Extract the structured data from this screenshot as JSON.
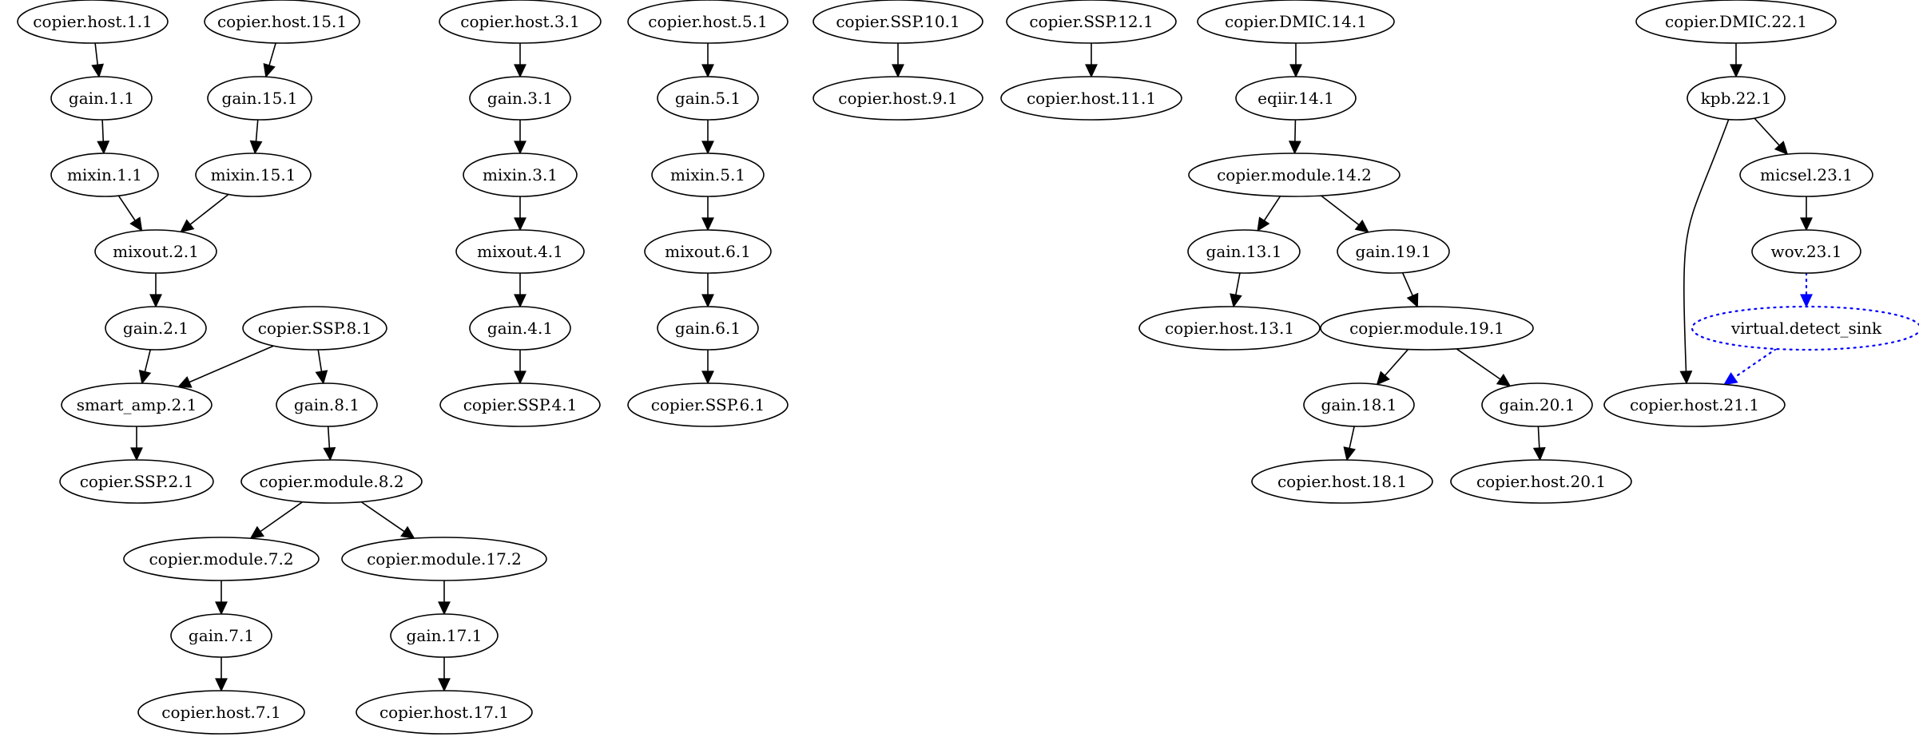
{
  "graph": {
    "nodes": [
      {
        "id": "copier.host.1.1",
        "label": "copier.host.1.1"
      },
      {
        "id": "gain.1.1",
        "label": "gain.1.1"
      },
      {
        "id": "mixin.1.1",
        "label": "mixin.1.1"
      },
      {
        "id": "copier.host.15.1",
        "label": "copier.host.15.1"
      },
      {
        "id": "gain.15.1",
        "label": "gain.15.1"
      },
      {
        "id": "mixin.15.1",
        "label": "mixin.15.1"
      },
      {
        "id": "mixout.2.1",
        "label": "mixout.2.1"
      },
      {
        "id": "gain.2.1",
        "label": "gain.2.1"
      },
      {
        "id": "copier.SSP.8.1",
        "label": "copier.SSP.8.1"
      },
      {
        "id": "smart_amp.2.1",
        "label": "smart_amp.2.1"
      },
      {
        "id": "gain.8.1",
        "label": "gain.8.1"
      },
      {
        "id": "copier.SSP.2.1",
        "label": "copier.SSP.2.1"
      },
      {
        "id": "copier.module.8.2",
        "label": "copier.module.8.2"
      },
      {
        "id": "copier.module.7.2",
        "label": "copier.module.7.2"
      },
      {
        "id": "copier.module.17.2",
        "label": "copier.module.17.2"
      },
      {
        "id": "gain.7.1",
        "label": "gain.7.1"
      },
      {
        "id": "gain.17.1",
        "label": "gain.17.1"
      },
      {
        "id": "copier.host.7.1",
        "label": "copier.host.7.1"
      },
      {
        "id": "copier.host.17.1",
        "label": "copier.host.17.1"
      },
      {
        "id": "copier.host.3.1",
        "label": "copier.host.3.1"
      },
      {
        "id": "gain.3.1",
        "label": "gain.3.1"
      },
      {
        "id": "mixin.3.1",
        "label": "mixin.3.1"
      },
      {
        "id": "mixout.4.1",
        "label": "mixout.4.1"
      },
      {
        "id": "gain.4.1",
        "label": "gain.4.1"
      },
      {
        "id": "copier.SSP.4.1",
        "label": "copier.SSP.4.1"
      },
      {
        "id": "copier.host.5.1",
        "label": "copier.host.5.1"
      },
      {
        "id": "gain.5.1",
        "label": "gain.5.1"
      },
      {
        "id": "mixin.5.1",
        "label": "mixin.5.1"
      },
      {
        "id": "mixout.6.1",
        "label": "mixout.6.1"
      },
      {
        "id": "gain.6.1",
        "label": "gain.6.1"
      },
      {
        "id": "copier.SSP.6.1",
        "label": "copier.SSP.6.1"
      },
      {
        "id": "copier.SSP.10.1",
        "label": "copier.SSP.10.1"
      },
      {
        "id": "copier.host.9.1",
        "label": "copier.host.9.1"
      },
      {
        "id": "copier.SSP.12.1",
        "label": "copier.SSP.12.1"
      },
      {
        "id": "copier.host.11.1",
        "label": "copier.host.11.1"
      },
      {
        "id": "copier.DMIC.14.1",
        "label": "copier.DMIC.14.1"
      },
      {
        "id": "eqiir.14.1",
        "label": "eqiir.14.1"
      },
      {
        "id": "copier.module.14.2",
        "label": "copier.module.14.2"
      },
      {
        "id": "gain.13.1",
        "label": "gain.13.1"
      },
      {
        "id": "gain.19.1",
        "label": "gain.19.1"
      },
      {
        "id": "copier.host.13.1",
        "label": "copier.host.13.1"
      },
      {
        "id": "copier.module.19.1",
        "label": "copier.module.19.1"
      },
      {
        "id": "gain.18.1",
        "label": "gain.18.1"
      },
      {
        "id": "gain.20.1",
        "label": "gain.20.1"
      },
      {
        "id": "copier.host.18.1",
        "label": "copier.host.18.1"
      },
      {
        "id": "copier.host.20.1",
        "label": "copier.host.20.1"
      },
      {
        "id": "copier.DMIC.22.1",
        "label": "copier.DMIC.22.1"
      },
      {
        "id": "kpb.22.1",
        "label": "kpb.22.1"
      },
      {
        "id": "micsel.23.1",
        "label": "micsel.23.1"
      },
      {
        "id": "wov.23.1",
        "label": "wov.23.1"
      },
      {
        "id": "virtual.detect_sink",
        "label": "virtual.detect_sink",
        "style": "dotted",
        "color": "#0000ff"
      },
      {
        "id": "copier.host.21.1",
        "label": "copier.host.21.1"
      }
    ],
    "edges": [
      {
        "from": "copier.host.1.1",
        "to": "gain.1.1"
      },
      {
        "from": "gain.1.1",
        "to": "mixin.1.1"
      },
      {
        "from": "mixin.1.1",
        "to": "mixout.2.1"
      },
      {
        "from": "copier.host.15.1",
        "to": "gain.15.1"
      },
      {
        "from": "gain.15.1",
        "to": "mixin.15.1"
      },
      {
        "from": "mixin.15.1",
        "to": "mixout.2.1"
      },
      {
        "from": "mixout.2.1",
        "to": "gain.2.1"
      },
      {
        "from": "gain.2.1",
        "to": "smart_amp.2.1"
      },
      {
        "from": "copier.SSP.8.1",
        "to": "smart_amp.2.1"
      },
      {
        "from": "copier.SSP.8.1",
        "to": "gain.8.1"
      },
      {
        "from": "smart_amp.2.1",
        "to": "copier.SSP.2.1"
      },
      {
        "from": "gain.8.1",
        "to": "copier.module.8.2"
      },
      {
        "from": "copier.module.8.2",
        "to": "copier.module.7.2"
      },
      {
        "from": "copier.module.8.2",
        "to": "copier.module.17.2"
      },
      {
        "from": "copier.module.7.2",
        "to": "gain.7.1"
      },
      {
        "from": "copier.module.17.2",
        "to": "gain.17.1"
      },
      {
        "from": "gain.7.1",
        "to": "copier.host.7.1"
      },
      {
        "from": "gain.17.1",
        "to": "copier.host.17.1"
      },
      {
        "from": "copier.host.3.1",
        "to": "gain.3.1"
      },
      {
        "from": "gain.3.1",
        "to": "mixin.3.1"
      },
      {
        "from": "mixin.3.1",
        "to": "mixout.4.1"
      },
      {
        "from": "mixout.4.1",
        "to": "gain.4.1"
      },
      {
        "from": "gain.4.1",
        "to": "copier.SSP.4.1"
      },
      {
        "from": "copier.host.5.1",
        "to": "gain.5.1"
      },
      {
        "from": "gain.5.1",
        "to": "mixin.5.1"
      },
      {
        "from": "mixin.5.1",
        "to": "mixout.6.1"
      },
      {
        "from": "mixout.6.1",
        "to": "gain.6.1"
      },
      {
        "from": "gain.6.1",
        "to": "copier.SSP.6.1"
      },
      {
        "from": "copier.SSP.10.1",
        "to": "copier.host.9.1"
      },
      {
        "from": "copier.SSP.12.1",
        "to": "copier.host.11.1"
      },
      {
        "from": "copier.DMIC.14.1",
        "to": "eqiir.14.1"
      },
      {
        "from": "eqiir.14.1",
        "to": "copier.module.14.2"
      },
      {
        "from": "copier.module.14.2",
        "to": "gain.13.1"
      },
      {
        "from": "copier.module.14.2",
        "to": "gain.19.1"
      },
      {
        "from": "gain.13.1",
        "to": "copier.host.13.1"
      },
      {
        "from": "gain.19.1",
        "to": "copier.module.19.1"
      },
      {
        "from": "copier.module.19.1",
        "to": "gain.18.1"
      },
      {
        "from": "copier.module.19.1",
        "to": "gain.20.1"
      },
      {
        "from": "gain.18.1",
        "to": "copier.host.18.1"
      },
      {
        "from": "gain.20.1",
        "to": "copier.host.20.1"
      },
      {
        "from": "copier.DMIC.22.1",
        "to": "kpb.22.1"
      },
      {
        "from": "kpb.22.1",
        "to": "micsel.23.1"
      },
      {
        "from": "kpb.22.1",
        "to": "copier.host.21.1"
      },
      {
        "from": "micsel.23.1",
        "to": "wov.23.1"
      },
      {
        "from": "wov.23.1",
        "to": "virtual.detect_sink",
        "style": "dotted",
        "color": "#0000ff"
      },
      {
        "from": "virtual.detect_sink",
        "to": "copier.host.21.1",
        "style": "dotted",
        "color": "#0000ff"
      }
    ]
  }
}
